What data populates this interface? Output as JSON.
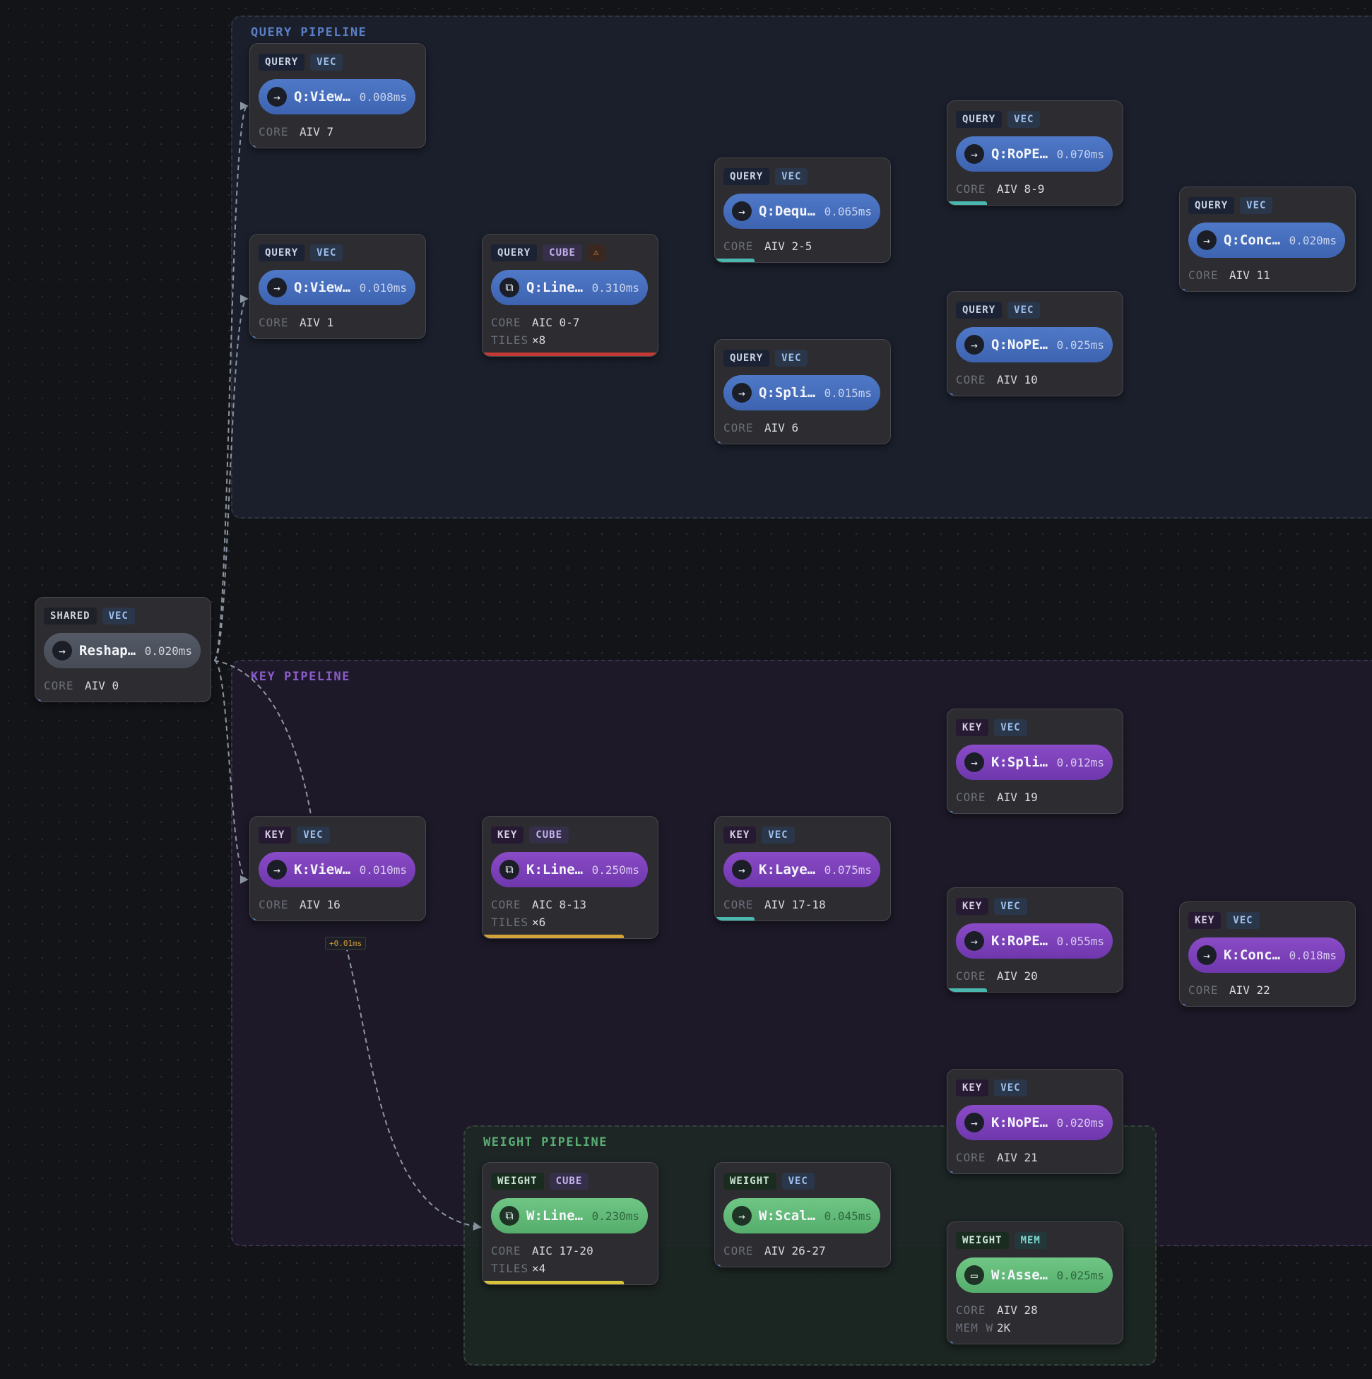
{
  "groups": {
    "query": "QUERY PIPELINE",
    "key": "KEY PIPELINE",
    "weight": "WEIGHT PIPELINE"
  },
  "labels": {
    "core": "CORE",
    "tiles": "TILES",
    "mem": "MEM W"
  },
  "edge_badge": "+0.01ms",
  "nodes": [
    {
      "group": "QUERY",
      "type": "VEC",
      "name": "Q:View…",
      "time": "0.008ms",
      "core": "AIV 7",
      "icon": "arrow-right-icon",
      "color": "#4f79c8"
    },
    {
      "group": "QUERY",
      "type": "VEC",
      "name": "Q:View…",
      "time": "0.010ms",
      "core": "AIV 1",
      "icon": "arrow-right-icon",
      "color": "#4f79c8"
    },
    {
      "group": "QUERY",
      "type": "CUBE",
      "warn": "⚠",
      "name": "Q:Line…",
      "time": "0.310ms",
      "core": "AIC 0-7",
      "tiles": "×8",
      "icon": "matmul-icon",
      "color": "#4f79c8",
      "bar": "#c23a33"
    },
    {
      "group": "QUERY",
      "type": "VEC",
      "name": "Q:Dequ…",
      "time": "0.065ms",
      "core": "AIV 2-5",
      "icon": "arrow-right-icon",
      "color": "#4f79c8",
      "bar": "#4bb8b0"
    },
    {
      "group": "QUERY",
      "type": "VEC",
      "name": "Q:Spli…",
      "time": "0.015ms",
      "core": "AIV 6",
      "icon": "arrow-right-icon",
      "color": "#4f79c8"
    },
    {
      "group": "QUERY",
      "type": "VEC",
      "name": "Q:RoPE…",
      "time": "0.070ms",
      "core": "AIV 8-9",
      "icon": "arrow-right-icon",
      "color": "#4f79c8",
      "bar": "#4bb8b0"
    },
    {
      "group": "QUERY",
      "type": "VEC",
      "name": "Q:NoPE…",
      "time": "0.025ms",
      "core": "AIV 10",
      "icon": "arrow-right-icon",
      "color": "#4f79c8"
    },
    {
      "group": "QUERY",
      "type": "VEC",
      "name": "Q:Conc…",
      "time": "0.020ms",
      "core": "AIV 11",
      "icon": "arrow-right-icon",
      "color": "#4f79c8"
    },
    {
      "group": "SHARED",
      "type": "VEC",
      "name": "Reshap…",
      "time": "0.020ms",
      "core": "AIV 0",
      "icon": "arrow-right-icon",
      "color": "#545a66"
    },
    {
      "group": "KEY",
      "type": "VEC",
      "name": "K:View…",
      "time": "0.010ms",
      "core": "AIV 16",
      "icon": "arrow-right-icon",
      "color": "#8a4bc6"
    },
    {
      "group": "KEY",
      "type": "CUBE",
      "name": "K:Line…",
      "time": "0.250ms",
      "core": "AIC 8-13",
      "tiles": "×6",
      "icon": "matmul-icon",
      "color": "#8a4bc6",
      "bar": "#d4a23a"
    },
    {
      "group": "KEY",
      "type": "VEC",
      "name": "K:Laye…",
      "time": "0.075ms",
      "core": "AIV 17-18",
      "icon": "arrow-right-icon",
      "color": "#8a4bc6",
      "bar": "#4bb8b0"
    },
    {
      "group": "KEY",
      "type": "VEC",
      "name": "K:Spli…",
      "time": "0.012ms",
      "core": "AIV 19",
      "icon": "arrow-right-icon",
      "color": "#8a4bc6"
    },
    {
      "group": "KEY",
      "type": "VEC",
      "name": "K:RoPE…",
      "time": "0.055ms",
      "core": "AIV 20",
      "icon": "arrow-right-icon",
      "color": "#8a4bc6",
      "bar": "#4bb8b0"
    },
    {
      "group": "KEY",
      "type": "VEC",
      "name": "K:NoPE…",
      "time": "0.020ms",
      "core": "AIV 21",
      "icon": "arrow-right-icon",
      "color": "#8a4bc6"
    },
    {
      "group": "KEY",
      "type": "VEC",
      "name": "K:Conc…",
      "time": "0.018ms",
      "core": "AIV 22",
      "icon": "arrow-right-icon",
      "color": "#8a4bc6"
    },
    {
      "group": "WEIGHT",
      "type": "CUBE",
      "name": "W:Line…",
      "time": "0.230ms",
      "core": "AIC 17-20",
      "tiles": "×4",
      "icon": "matmul-icon",
      "color": "#6fc685",
      "bar": "#d8c43a"
    },
    {
      "group": "WEIGHT",
      "type": "VEC",
      "name": "W:Scal…",
      "time": "0.045ms",
      "core": "AIV 26-27",
      "icon": "arrow-right-icon",
      "color": "#6fc685"
    },
    {
      "group": "WEIGHT",
      "type": "MEM",
      "name": "W:Asse…",
      "time": "0.025ms",
      "core": "AIV 28",
      "mem": "2K",
      "icon": "memory-icon",
      "color": "#6fc685"
    }
  ]
}
